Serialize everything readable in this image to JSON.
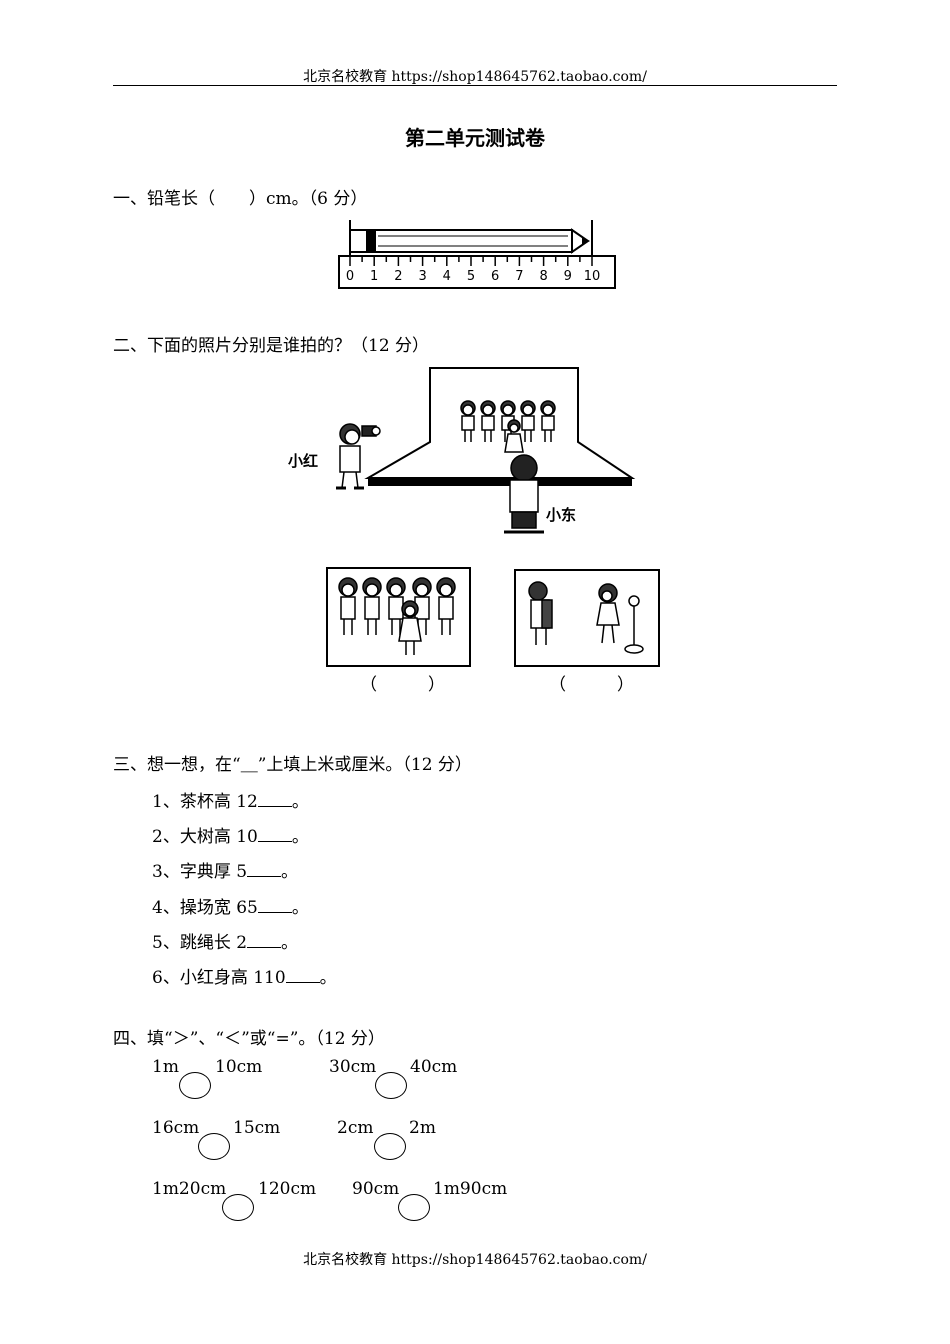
{
  "header": {
    "text": "北京名校教育 https://shop148645762.taobao.com/"
  },
  "footer": {
    "text": "北京名校教育 https://shop148645762.taobao.com/"
  },
  "title": "第二单元测试卷",
  "q1": {
    "prompt": "一、铅笔长（　　）cm。（6 分）",
    "ruler_ticks": [
      "0",
      "1",
      "2",
      "3",
      "4",
      "5",
      "6",
      "7",
      "8",
      "9",
      "10"
    ]
  },
  "q2": {
    "prompt": "二、下面的照片分别是谁拍的？（12 分）",
    "name_red": "小红",
    "name_dong": "小东",
    "answer_left": "（　　　）",
    "answer_right": "（　　　）"
  },
  "q3": {
    "prompt": "三、想一想，在“＿”上填上米或厘米。（12 分）",
    "items": [
      {
        "pre": "1、茶杯高 12",
        "post": "。"
      },
      {
        "pre": "2、大树高 10",
        "post": "。"
      },
      {
        "pre": "3、字典厚 5",
        "post": "。"
      },
      {
        "pre": "4、操场宽 65",
        "post": "。"
      },
      {
        "pre": "5、跳绳长 2",
        "post": "。"
      },
      {
        "pre": "6、小红身高 110",
        "post": "。"
      }
    ]
  },
  "q4": {
    "prompt": "四、填“＞”、“＜”或“=”。（12 分）",
    "pairs": [
      {
        "left": "1m",
        "right": "10cm"
      },
      {
        "left": "30cm",
        "right": "40cm"
      },
      {
        "left": "16cm",
        "right": "15cm"
      },
      {
        "left": "2cm",
        "right": "2m"
      },
      {
        "left": "1m20cm",
        "right": "120cm"
      },
      {
        "left": "90cm",
        "right": "1m90cm"
      }
    ]
  }
}
